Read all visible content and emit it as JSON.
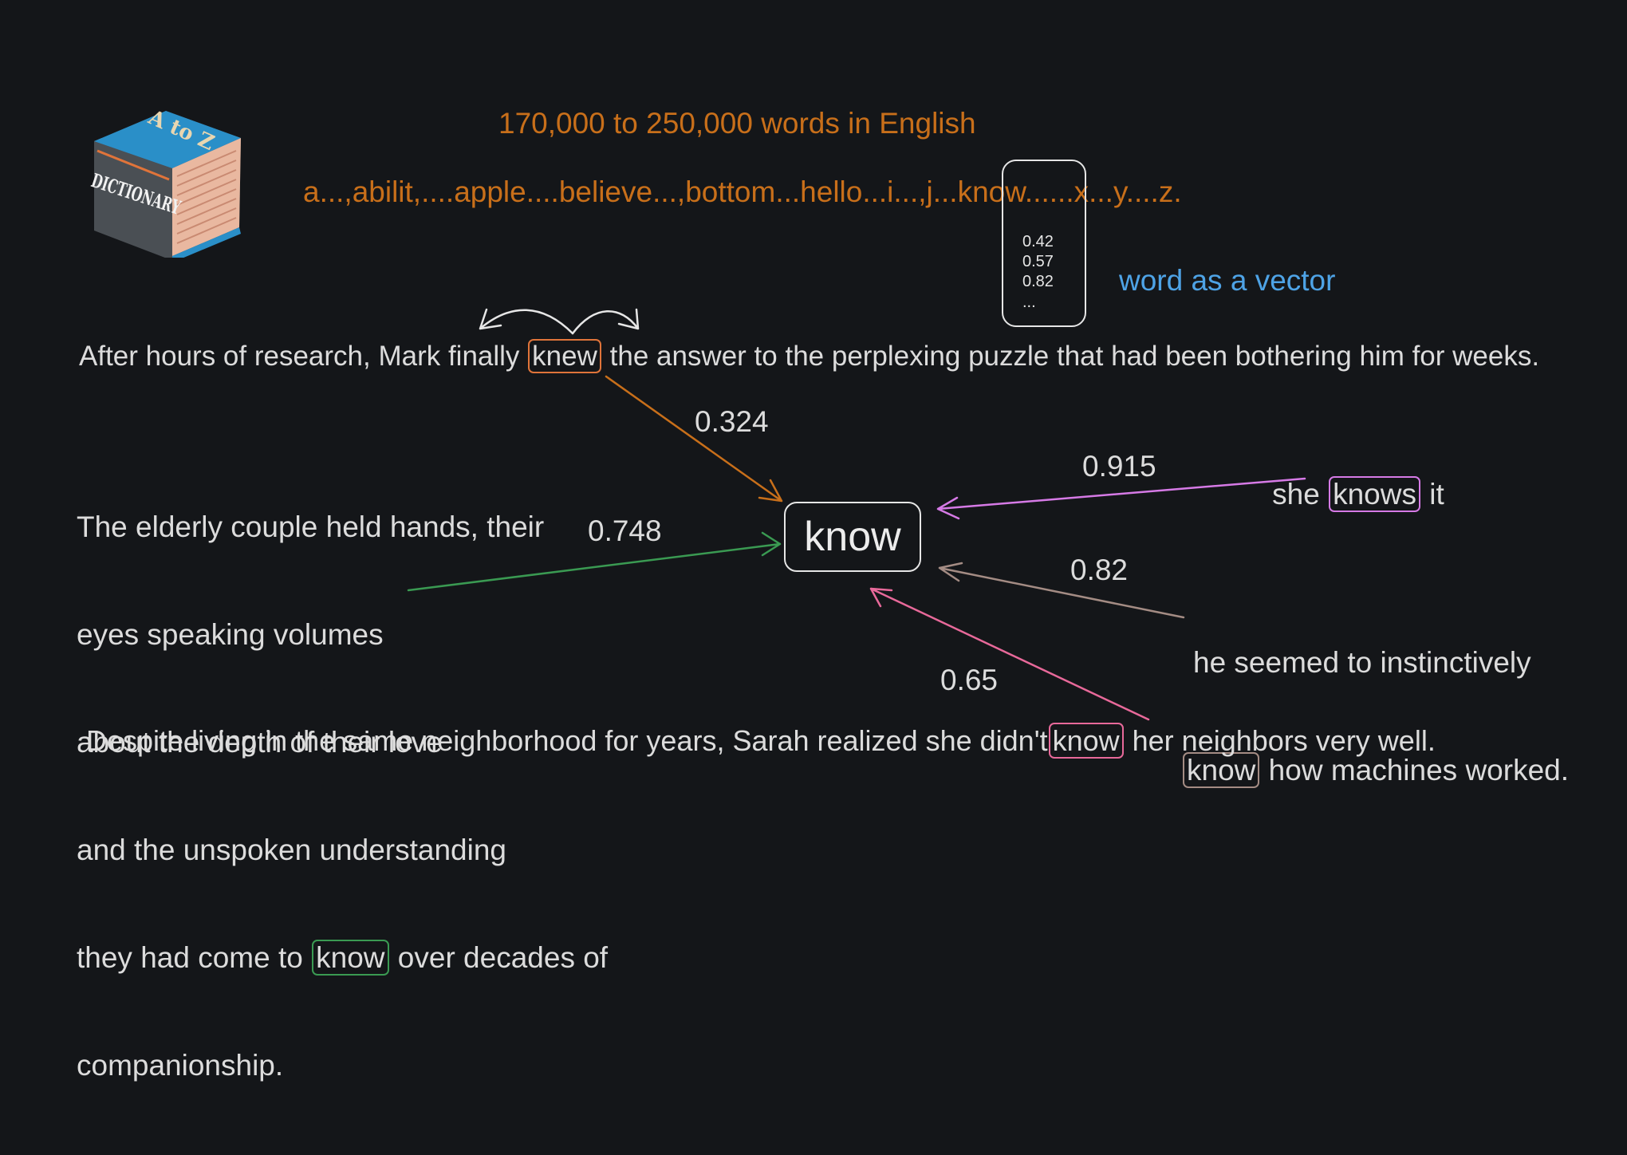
{
  "header": {
    "word_count": "170,000 to 250,000 words in English",
    "word_list_a": "a...,abilit,....apple....believe...,bottom...hello...i...,j...",
    "word_list_know": "know",
    "word_list_b": "......x...y....z."
  },
  "dictionary_icon": {
    "title": "DICTIONARY",
    "letters": "A to Z"
  },
  "vector": {
    "label": "word as a vector",
    "values": [
      "0.42",
      "0.57",
      "0.82",
      "..."
    ]
  },
  "center_word": "know",
  "sentences": {
    "research": {
      "pre": "After hours of research, Mark finally",
      "word": "knew",
      "post": "the answer to the perplexing puzzle that had been bothering him for weeks."
    },
    "couple": {
      "lines": [
        "The elderly couple held hands, their",
        "eyes speaking volumes",
        "about the depth of their love",
        "and the unspoken understanding"
      ],
      "pre": "they had come to",
      "word": "know",
      "post": "over decades of",
      "last": "companionship."
    },
    "knows_it": {
      "pre": "she",
      "word": "knows",
      "post": "it"
    },
    "instinct": {
      "line1": "he seemed to instinctively",
      "word": "know",
      "post": "how machines worked."
    },
    "sarah": {
      "pre": "Despite living in the same neighborhood for years, Sarah realized she didn't",
      "word": "know",
      "post": "her neighbors very well."
    }
  },
  "similarity_scores": {
    "knew": "0.324",
    "couple_know": "0.748",
    "knows": "0.915",
    "instinct_know": "0.82",
    "sarah_know": "0.65"
  },
  "colors": {
    "background": "#141619",
    "orange": "#c86f1a",
    "knew_box": "#e0743a",
    "green": "#3a9a52",
    "violet": "#d67ae6",
    "taupe": "#a48c84",
    "pink": "#e8699a",
    "blue": "#4ea3e6"
  }
}
